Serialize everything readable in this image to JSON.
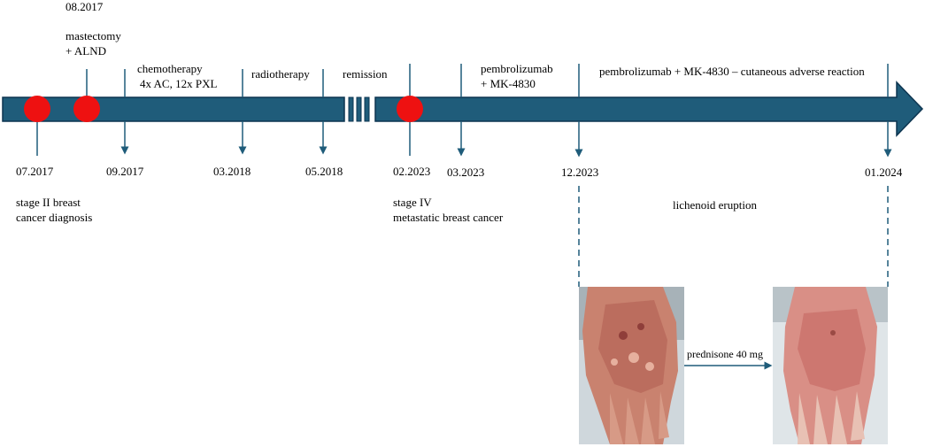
{
  "colors": {
    "bar_fill": "#1f5c7a",
    "bar_stroke": "#0d3550",
    "event_dot": "#ee1111",
    "connector": "#1f5c7a",
    "skin_dark": "#b86a5c",
    "skin_light": "#e3b3a1",
    "photo_bg": "#cfd7dc"
  },
  "timeline": {
    "top_dates": {
      "d0817": "08.2017"
    },
    "top_labels": {
      "mastectomy": [
        "mastectomy",
        "+ ALND"
      ],
      "chemo": [
        "chemotherapy",
        "4x AC, 12x PXL"
      ],
      "radio": "radiotherapy",
      "remission": "remission",
      "pembro": [
        "pembrolizumab",
        "+ MK-4830"
      ],
      "reaction": "pembrolizumab + MK-4830 – cutaneous adverse reaction"
    },
    "bottom_dates": {
      "d0717": "07.2017",
      "d0917": "09.2017",
      "d0318": "03.2018",
      "d0518": "05.2018",
      "d0223": "02.2023",
      "d0323": "03.2023",
      "d1223": "12.2023",
      "d0124": "01.2024"
    },
    "bottom_labels": {
      "stage2": [
        "stage II breast",
        "cancer diagnosis"
      ],
      "stage4": [
        "stage IV",
        "metastatic breast cancer"
      ],
      "lichenoid": "lichenoid eruption",
      "prednisone": "prednisone 40 mg"
    }
  },
  "photos": {
    "before": "hand-photo-before-treatment",
    "after": "hand-photo-after-treatment"
  }
}
